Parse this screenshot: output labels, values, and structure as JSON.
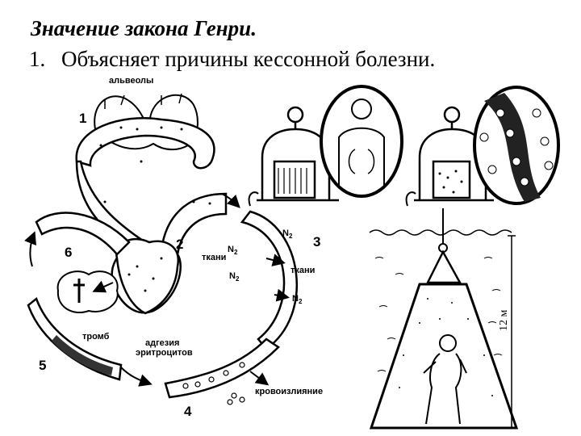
{
  "slide": {
    "title": "Значение закона Генри.",
    "item_number": "1.",
    "item_text": "Объясняет причины кессонной болезни."
  },
  "diagram_left": {
    "stages": [
      "1",
      "2",
      "3",
      "4",
      "5",
      "6"
    ],
    "labels": {
      "alveoli": "альвеолы",
      "tissues_1": "ткани",
      "tissues_2": "ткани",
      "n2_1": "N",
      "n2_2": "N",
      "n2_3": "N",
      "n2_4": "N",
      "n2_sub": "2",
      "adhesion_1": "адгезия",
      "adhesion_2": "эритроцитов",
      "hemorrhage": "кровоизлияние",
      "thrombus": "тромб"
    }
  },
  "diagram_right": {
    "depth_label": "12 м"
  }
}
